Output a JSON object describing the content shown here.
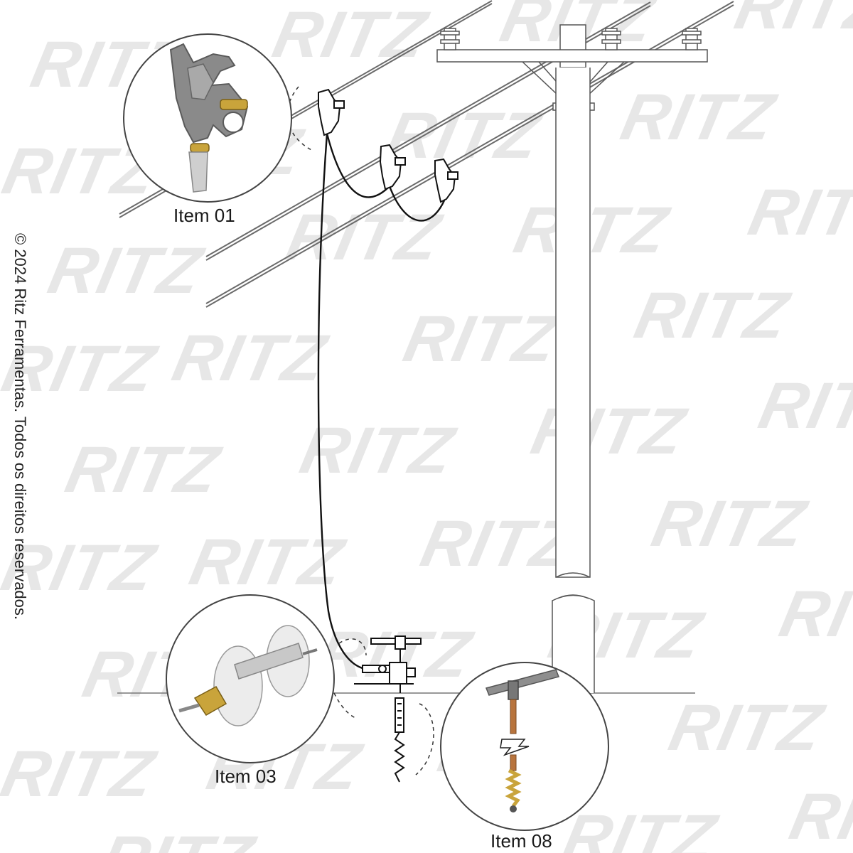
{
  "watermark": {
    "text": "RITZ",
    "color": "#e7e7e7"
  },
  "labels": {
    "item1": "Item 01",
    "item3": "Item 03",
    "item8": "Item 08"
  },
  "copyright": "© 2024 Ritz Ferramentas. Todos os direitos reservados.",
  "icons": {
    "item1": "line-clamp-icon",
    "item3": "ground-clamp-reel-icon",
    "item8": "ground-rod-icon"
  },
  "colors": {
    "lines": "#6b6b6b",
    "pole": "#555555",
    "cable": "#111111",
    "clamp_gray": "#8a8a8a",
    "brass": "#c9a43b",
    "copper": "#b8743d"
  }
}
